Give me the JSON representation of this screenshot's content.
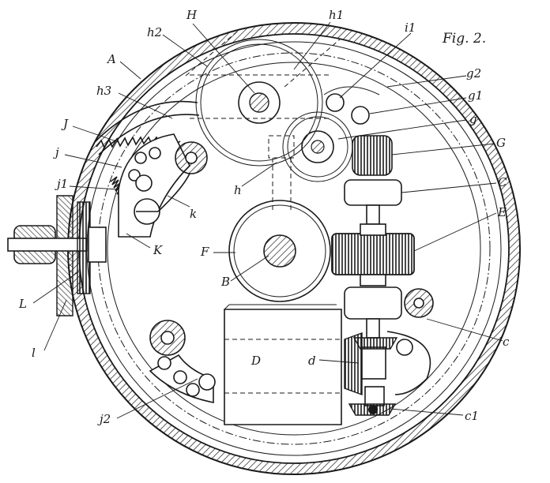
{
  "figure": {
    "title": "Fig. 2.",
    "labels": {
      "A": "A",
      "H": "H",
      "h2": "h2",
      "h1": "h1",
      "i1": "i1",
      "g2": "g2",
      "g1": "g1",
      "g": "g",
      "G": "G",
      "h3": "h3",
      "J": "J",
      "j": "j",
      "j1": "j1",
      "k": "k",
      "h": "h",
      "C": "C",
      "E": "E",
      "F": "F",
      "B": "B",
      "K": "K",
      "L": "L",
      "l": "l",
      "D": "D",
      "d": "d",
      "c": "c",
      "j2": "j2",
      "c1": "c1"
    }
  },
  "colors": {
    "ink": "#1a1a1a",
    "paper": "#ffffff"
  }
}
